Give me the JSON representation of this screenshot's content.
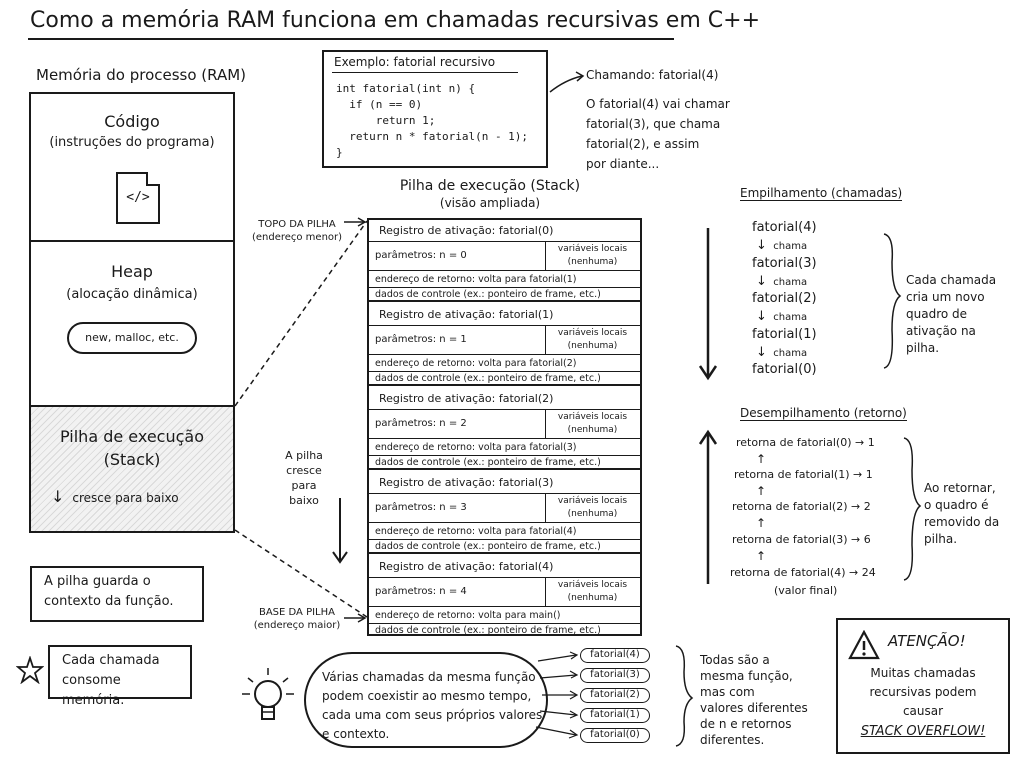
{
  "title": "Como a memória RAM funciona em chamadas recursivas em C++",
  "ram": {
    "label": "Memória do processo (RAM)",
    "code_title": "Código",
    "code_sub": "(instruções do programa)",
    "code_icon": "</>",
    "heap_title": "Heap",
    "heap_sub": "(alocação dinâmica)",
    "heap_cloud": "new, malloc, etc.",
    "stack_title_1": "Pilha de execução",
    "stack_title_2": "(Stack)",
    "stack_grows": "cresce para baixo"
  },
  "notes": {
    "context": [
      "A pilha guarda o",
      "contexto da função."
    ],
    "memory": [
      "Cada chamada",
      "consome memória."
    ]
  },
  "example": {
    "title": "Exemplo: fatorial recursivo",
    "code": [
      "int fatorial(int n) {",
      "  if (n == 0)",
      "      return 1;",
      "  return n * fatorial(n - 1);",
      "}"
    ],
    "calling": "Chamando: fatorial(4)",
    "explanation": [
      "O fatorial(4) vai chamar",
      "fatorial(3), que chama",
      "fatorial(2), e assim",
      "por diante..."
    ]
  },
  "stack": {
    "title": "Pilha de execução (Stack)",
    "subtitle": "(visão ampliada)",
    "top_label": [
      "TOPO DA PILHA",
      "(endereço menor)"
    ],
    "base_label": [
      "BASE DA PILHA",
      "(endereço maior)"
    ],
    "grows": [
      "A pilha",
      "cresce",
      "para baixo"
    ],
    "frames": [
      {
        "title": "Registro de ativação: fatorial(0)",
        "params": "parâmetros: n = 0",
        "locals_1": "variáveis locais",
        "locals_2": "(nenhuma)",
        "ret": "endereço de retorno: volta para fatorial(1)",
        "ctl": "dados de controle (ex.: ponteiro de frame, etc.)"
      },
      {
        "title": "Registro de ativação: fatorial(1)",
        "params": "parâmetros: n = 1",
        "locals_1": "variáveis locais",
        "locals_2": "(nenhuma)",
        "ret": "endereço de retorno: volta para fatorial(2)",
        "ctl": "dados de controle (ex.: ponteiro de frame, etc.)"
      },
      {
        "title": "Registro de ativação: fatorial(2)",
        "params": "parâmetros: n = 2",
        "locals_1": "variáveis locais",
        "locals_2": "(nenhuma)",
        "ret": "endereço de retorno: volta para fatorial(3)",
        "ctl": "dados de controle (ex.: ponteiro de frame, etc.)"
      },
      {
        "title": "Registro de ativação: fatorial(3)",
        "params": "parâmetros: n = 3",
        "locals_1": "variáveis locais",
        "locals_2": "(nenhuma)",
        "ret": "endereço de retorno: volta para fatorial(4)",
        "ctl": "dados de controle (ex.: ponteiro de frame, etc.)"
      },
      {
        "title": "Registro de ativação: fatorial(4)",
        "params": "parâmetros: n = 4",
        "locals_1": "variáveis locais",
        "locals_2": "(nenhuma)",
        "ret": "endereço de retorno: volta para main()",
        "ctl": "dados de controle (ex.: ponteiro de frame, etc.)"
      }
    ]
  },
  "push": {
    "title": "Empilhamento (chamadas)",
    "items": [
      "fatorial(4)",
      "fatorial(3)",
      "fatorial(2)",
      "fatorial(1)",
      "fatorial(0)"
    ],
    "arrow_label": "chama",
    "note": [
      "Cada chamada",
      "cria um novo",
      "quadro de",
      "ativação na",
      "pilha."
    ]
  },
  "pop": {
    "title": "Desempilhamento (retorno)",
    "items": [
      "retorna de fatorial(0) → 1",
      "retorna de fatorial(1) → 1",
      "retorna de fatorial(2) → 2",
      "retorna de fatorial(3) → 6",
      "retorna de fatorial(4) → 24"
    ],
    "final": "(valor final)",
    "note": [
      "Ao retornar,",
      "o quadro é",
      "removido da",
      "pilha."
    ]
  },
  "bottom": {
    "bubble": [
      "Várias chamadas da mesma função",
      "podem coexistir ao mesmo tempo,",
      "cada uma com seus próprios valores",
      "e contexto."
    ],
    "pills": [
      "fatorial(4)",
      "fatorial(3)",
      "fatorial(2)",
      "fatorial(1)",
      "fatorial(0)"
    ],
    "summary": [
      "Todas são a",
      "mesma função,",
      "mas com",
      "valores diferentes",
      "de n e retornos",
      "diferentes."
    ]
  },
  "warning": {
    "title": "ATENÇÃO!",
    "lines": [
      "Muitas chamadas",
      "recursivas podem",
      "causar"
    ],
    "emph": "STACK OVERFLOW!"
  },
  "icons": [
    "code-file-icon",
    "lightbulb-icon",
    "star-icon",
    "warning-icon",
    "arrow-down-icon",
    "arrow-up-icon"
  ]
}
